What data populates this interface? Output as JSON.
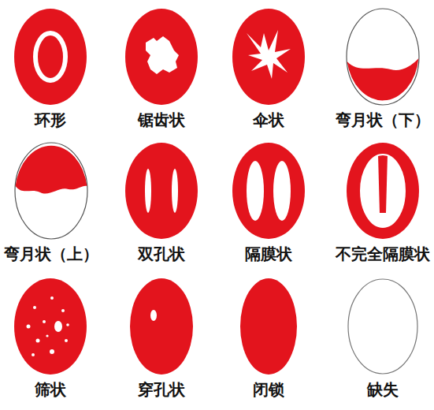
{
  "diagram": {
    "nodes": [
      {
        "text": [
          "环形"
        ]
      },
      {
        "text": [
          "锯齿状"
        ]
      },
      {
        "text": [
          "伞状"
        ]
      },
      {
        "text": [
          "弯月状（下）"
        ]
      },
      {
        "text": [
          "弯月状（上）"
        ]
      },
      {
        "text": [
          "双孔状"
        ]
      },
      {
        "text": [
          "隔膜状"
        ]
      },
      {
        "text": [
          "不完全隔膜状"
        ]
      },
      {
        "text": [
          "筛状"
        ]
      },
      {
        "text": [
          "穿孔状"
        ]
      },
      {
        "text": [
          "闭锁"
        ]
      },
      {
        "text": [
          "缺失"
        ]
      }
    ]
  }
}
